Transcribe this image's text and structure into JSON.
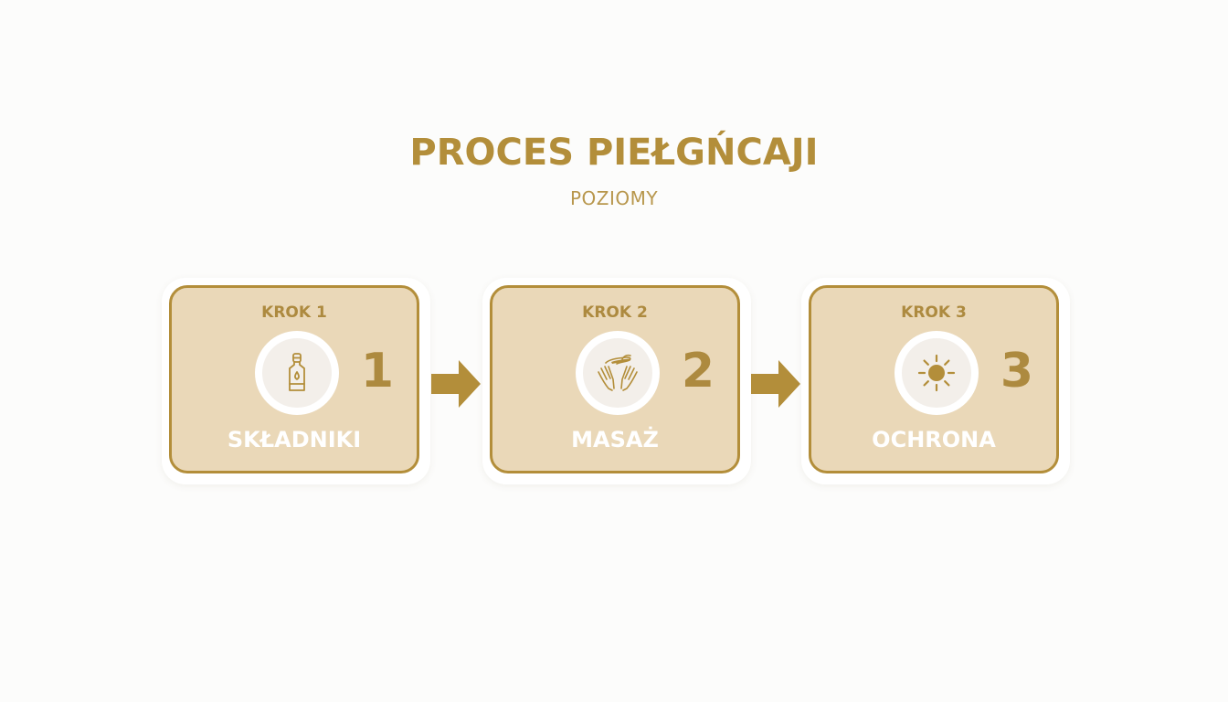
{
  "header": {
    "title": "PROCES PIEŁGŃCAJI",
    "subtitle": "POZIOMY"
  },
  "steps": [
    {
      "label": "KROK 1",
      "number": "1",
      "name": "SKŁADNIKI",
      "icon": "serum-bottle-icon"
    },
    {
      "label": "KROK 2",
      "number": "2",
      "name": "MASAŻ",
      "icon": "massage-hands-icon"
    },
    {
      "label": "KROK 3",
      "number": "3",
      "name": "OCHRONA",
      "icon": "sun-icon"
    }
  ],
  "colors": {
    "accent": "#b38e3a",
    "card_fill": "#ead8b8",
    "background": "#fcfcfb",
    "step_name": "#ffffff"
  }
}
